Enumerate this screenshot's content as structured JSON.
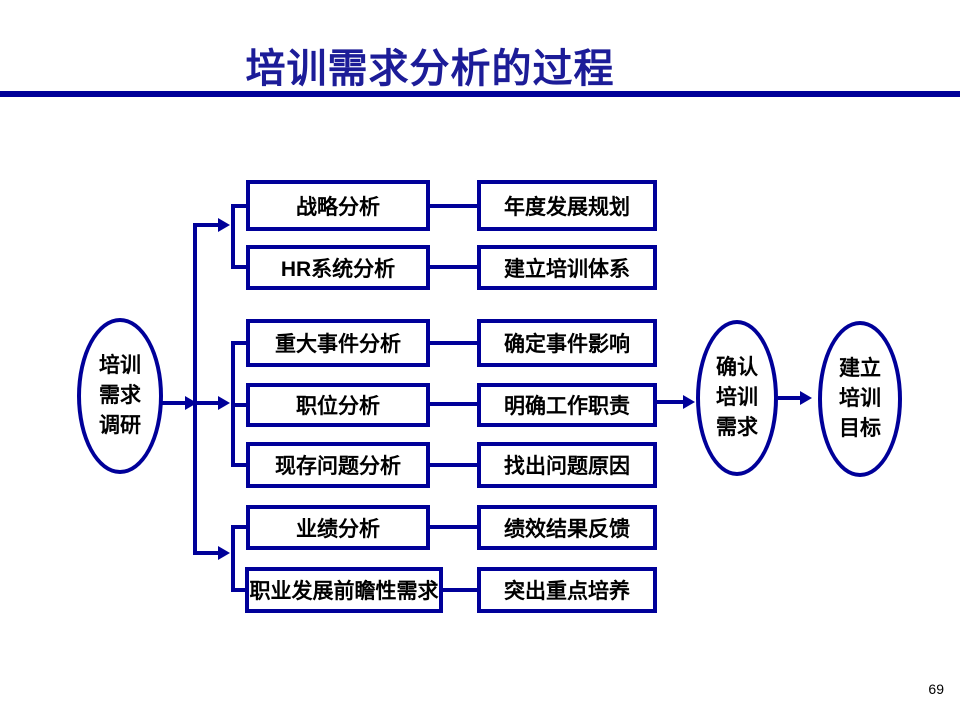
{
  "slide": {
    "title": "培训需求分析的过程",
    "page_number": "69"
  },
  "colors": {
    "accent_navy": "#000099",
    "title_text": "#1c1c98",
    "body_text": "#000000",
    "background": "#ffffff"
  },
  "diagram": {
    "source_ellipse": {
      "line1": "培训",
      "line2": "需求",
      "line3": "调研"
    },
    "rows": [
      {
        "analysis": "战略分析",
        "outcome": "年度发展规划"
      },
      {
        "analysis": "HR系统分析",
        "outcome": "建立培训体系"
      },
      {
        "analysis": "重大事件分析",
        "outcome": "确定事件影响"
      },
      {
        "analysis": "职位分析",
        "outcome": "明确工作职责"
      },
      {
        "analysis": "现存问题分析",
        "outcome": "找出问题原因"
      },
      {
        "analysis": "业绩分析",
        "outcome": "绩效结果反馈"
      },
      {
        "analysis": "职业发展前瞻性需求",
        "outcome": "突出重点培养"
      }
    ],
    "confirm_ellipse": {
      "line1": "确认",
      "line2": "培训",
      "line3": "需求"
    },
    "goal_ellipse": {
      "line1": "建立",
      "line2": "培训",
      "line3": "目标"
    }
  }
}
